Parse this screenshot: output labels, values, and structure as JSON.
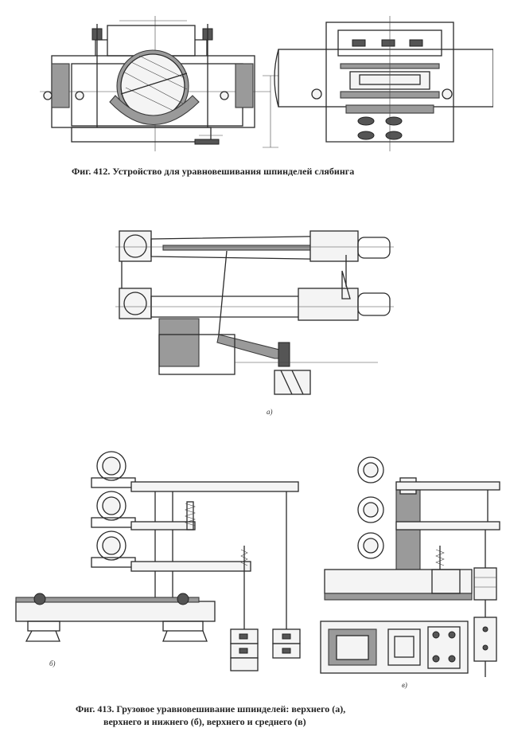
{
  "page": {
    "caption_412": "Фиг. 412. Устройство для уравновешивания шпинделей слябинга",
    "caption_413_line1": "Фиг. 413. Грузовое уравновешивание шпинделей: верхнего (a),",
    "caption_413_line2": "верхнего и нижнего (б), верхнего и среднего (в)",
    "label_a": "a)",
    "label_b": "б)",
    "label_v": "в)"
  }
}
